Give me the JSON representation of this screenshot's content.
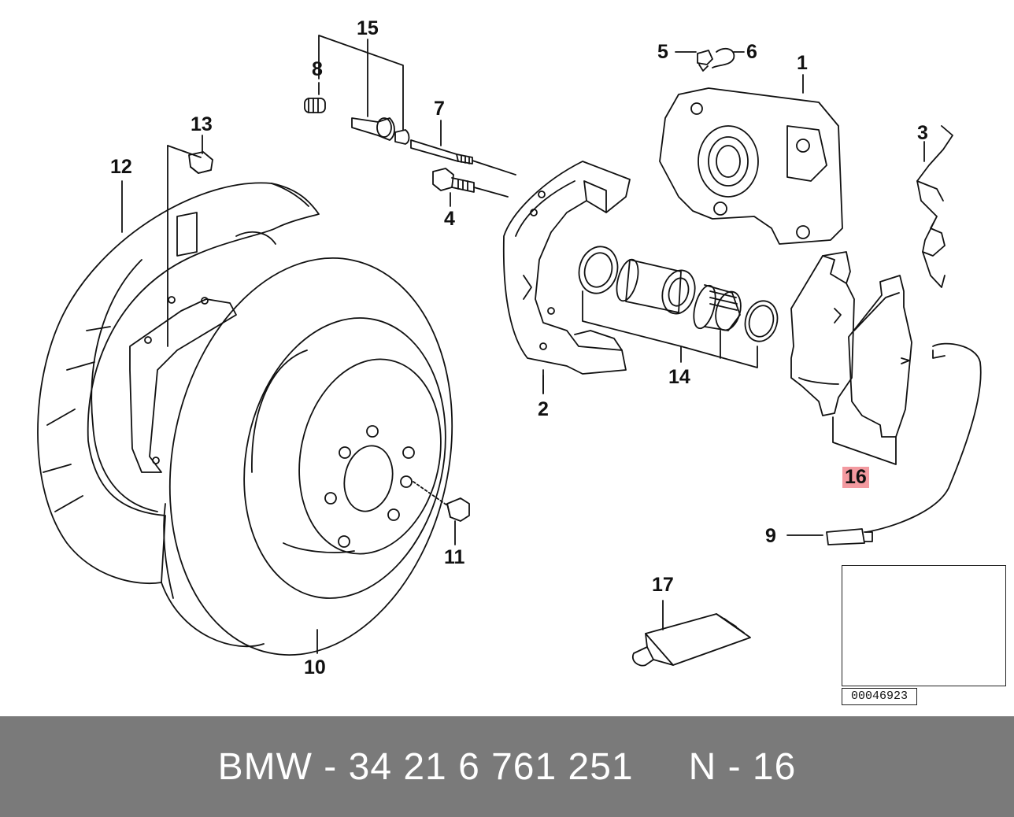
{
  "callouts": [
    {
      "id": "1",
      "text": "1"
    },
    {
      "id": "2",
      "text": "2"
    },
    {
      "id": "3",
      "text": "3"
    },
    {
      "id": "4",
      "text": "4"
    },
    {
      "id": "5",
      "text": "5"
    },
    {
      "id": "6",
      "text": "6"
    },
    {
      "id": "7",
      "text": "7"
    },
    {
      "id": "8",
      "text": "8"
    },
    {
      "id": "9",
      "text": "9"
    },
    {
      "id": "10",
      "text": "10"
    },
    {
      "id": "11",
      "text": "11"
    },
    {
      "id": "12",
      "text": "12"
    },
    {
      "id": "13",
      "text": "13"
    },
    {
      "id": "14",
      "text": "14"
    },
    {
      "id": "15",
      "text": "15"
    },
    {
      "id": "16",
      "text": "16"
    },
    {
      "id": "17",
      "text": "17"
    }
  ],
  "highlight_color": "#f39aa0",
  "reference_code": "00046923",
  "footer": {
    "part_number": "BMW - 34 21 6 761 251",
    "position": "N - 16"
  }
}
